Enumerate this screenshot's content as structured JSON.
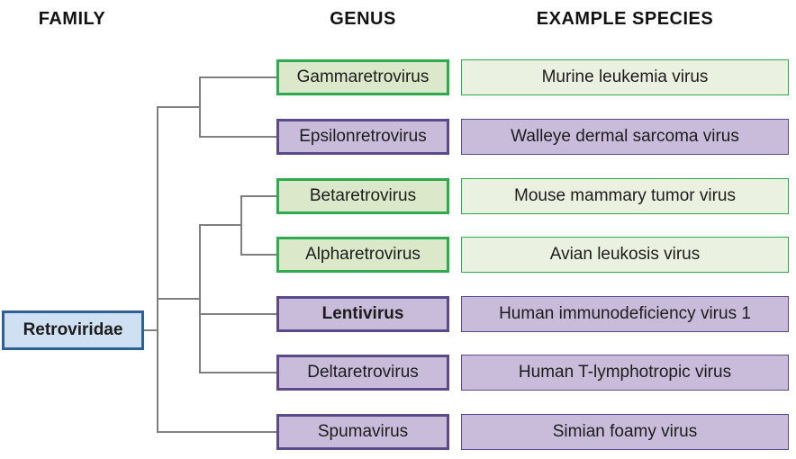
{
  "headers": {
    "family": "FAMILY",
    "genus": "GENUS",
    "example_species": "EXAMPLE SPECIES"
  },
  "family_node": {
    "label": "Retroviridae"
  },
  "rows": [
    {
      "genus": "Gammaretrovirus",
      "example_species": "Murine leukemia virus",
      "color_group": "green"
    },
    {
      "genus": "Epsilonretrovirus",
      "example_species": "Walleye dermal sarcoma virus",
      "color_group": "purple"
    },
    {
      "genus": "Betaretrovirus",
      "example_species": "Mouse mammary tumor virus",
      "color_group": "green"
    },
    {
      "genus": "Alpharetrovirus",
      "example_species": "Avian leukosis virus",
      "color_group": "green"
    },
    {
      "genus": "Lentivirus",
      "example_species": "Human immunodeficiency virus 1",
      "color_group": "purple",
      "emphasis": "bold"
    },
    {
      "genus": "Deltaretrovirus",
      "example_species": "Human T-lymphotropic virus",
      "color_group": "purple"
    },
    {
      "genus": "Spumavirus",
      "example_species": "Simian foamy virus",
      "color_group": "purple"
    }
  ],
  "colors": {
    "genus_green_fill": "#dbe8c9",
    "genus_green_border": "#2faa4f",
    "genus_purple_fill": "#c9bcdb",
    "genus_purple_border": "#5a4a8a",
    "species_green_fill": "#eaf1e0",
    "species_green_border": "#2faa4f",
    "species_purple_fill": "#c9bcdb",
    "species_purple_border": "#5a4a8a",
    "family_fill": "#cfe0f2",
    "family_border": "#2f6093",
    "tree_line": "#7f7f7f"
  }
}
